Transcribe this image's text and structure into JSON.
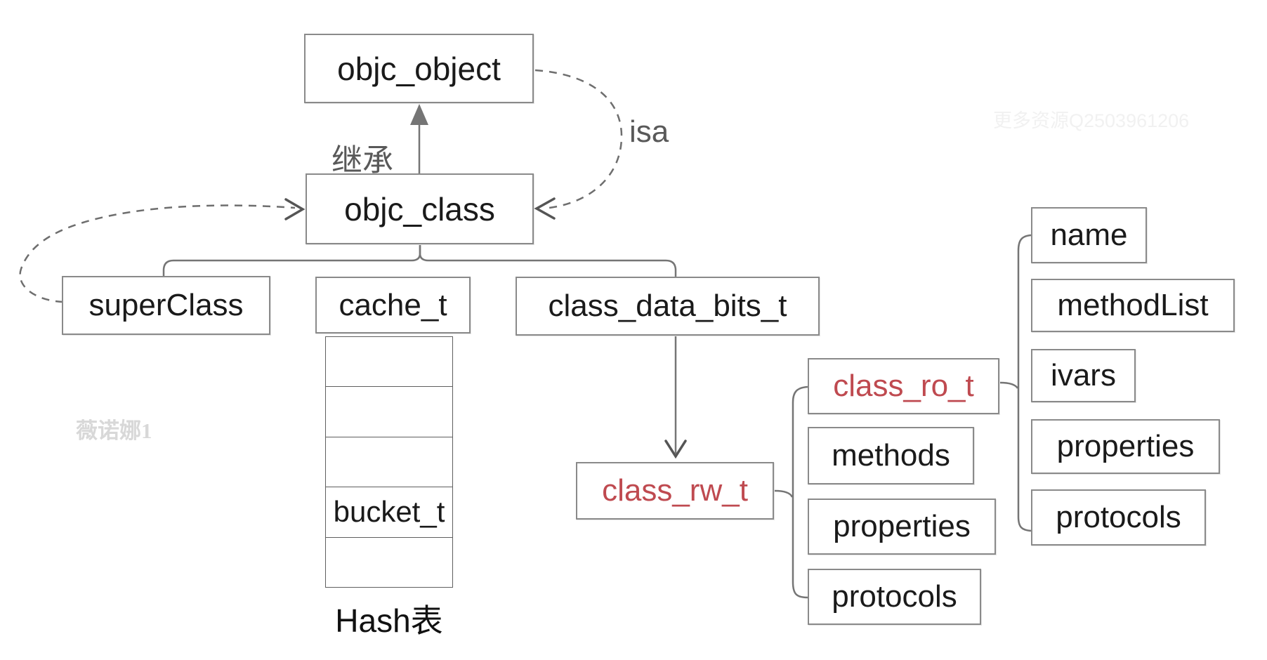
{
  "diagram": {
    "nodes": {
      "objc_object": {
        "label": "objc_object"
      },
      "objc_class": {
        "label": "objc_class"
      },
      "superclass": {
        "label": "superClass"
      },
      "cache_t": {
        "label": "cache_t"
      },
      "class_data_bits_t": {
        "label": "class_data_bits_t"
      },
      "class_rw_t": {
        "label": "class_rw_t"
      },
      "class_ro_t": {
        "label": "class_ro_t"
      }
    },
    "cache_table": {
      "rows": [
        "",
        "",
        "",
        "bucket_t",
        ""
      ],
      "caption": "Hash表"
    },
    "rw_children": [
      {
        "label": "methods"
      },
      {
        "label": "properties"
      },
      {
        "label": "protocols"
      }
    ],
    "ro_children": [
      {
        "label": "name"
      },
      {
        "label": "methodList"
      },
      {
        "label": "ivars"
      },
      {
        "label": "properties"
      },
      {
        "label": "protocols"
      }
    ],
    "edge_labels": {
      "inheritance": "继承",
      "isa": "isa"
    },
    "colors": {
      "node_text": "#1a1a1a",
      "highlight_text": "#bf4a50",
      "box_border": "#8a8a8a",
      "line": "#757575",
      "edge_label": "#595959"
    }
  },
  "watermarks": {
    "top_right": "更多资源Q2503961206",
    "left": "薇诺娜1"
  }
}
